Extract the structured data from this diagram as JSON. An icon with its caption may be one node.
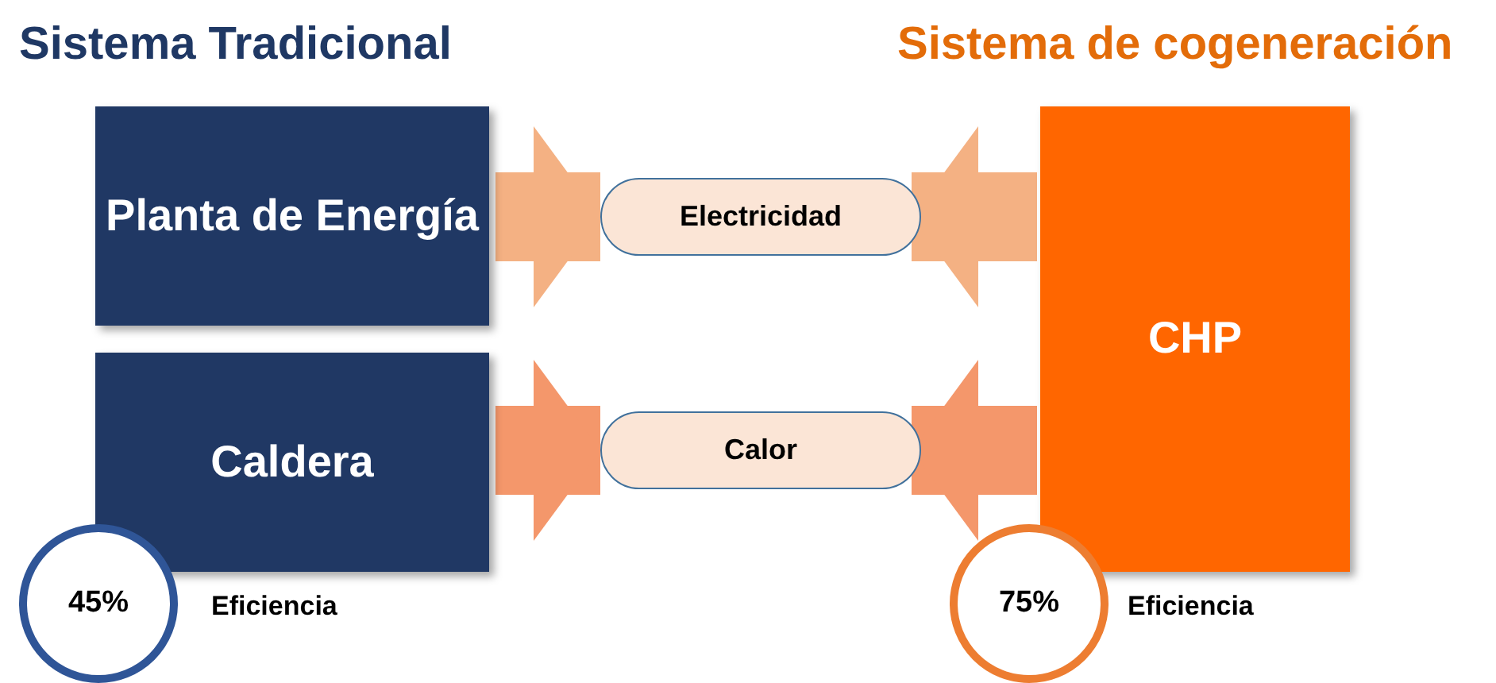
{
  "diagram": {
    "nodes": [
      {
        "text": [
          "Planta de Energía"
        ]
      },
      {
        "text": [
          "Caldera"
        ]
      },
      {
        "text": [
          "Electricidad"
        ]
      },
      {
        "text": [
          "Calor"
        ]
      },
      {
        "text": [
          "CHP"
        ]
      },
      {
        "text": [
          "45%"
        ],
        "beside": [
          "Eficiencia"
        ]
      },
      {
        "text": [
          "75%"
        ],
        "beside": [
          "Eficiencia"
        ]
      }
    ],
    "edges": [
      {
        "from": 0,
        "to": 2,
        "arrow": "to",
        "color": "#f4b183"
      },
      {
        "from": 4,
        "to": 2,
        "arrow": "to",
        "color": "#f4b183"
      },
      {
        "from": 1,
        "to": 3,
        "arrow": "to",
        "color": "#f4976b"
      },
      {
        "from": 4,
        "to": 3,
        "arrow": "to",
        "color": "#f4976b"
      }
    ],
    "labels": [
      "Sistema Tradicional",
      "Sistema de cogeneración"
    ]
  }
}
